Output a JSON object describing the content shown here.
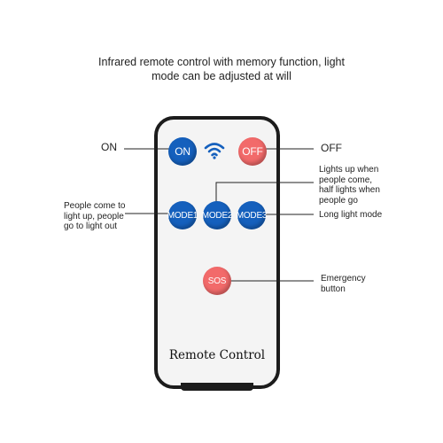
{
  "caption": {
    "line1": "Infrared remote control with memory function, light",
    "line2": "mode can be adjusted at will"
  },
  "remote": {
    "brand": "Remote Control",
    "buttons": {
      "on": "ON",
      "off": "OFF",
      "mode1": "MODE1",
      "mode2": "MODE2",
      "mode3": "MODE3",
      "sos": "SOS"
    },
    "icon": "wifi-icon"
  },
  "labels": {
    "on": "ON",
    "off": "OFF",
    "mode1": [
      "People come to",
      "light up, people",
      "go to light out"
    ],
    "mode2": [
      "Lights up when",
      "people come,",
      "half lights when",
      "people go"
    ],
    "mode3": "Long light mode",
    "sos": [
      "Emergency",
      "button"
    ]
  },
  "colors": {
    "blue": "#1560bd",
    "red": "#f26a6a",
    "frame": "#1c1c1c"
  }
}
